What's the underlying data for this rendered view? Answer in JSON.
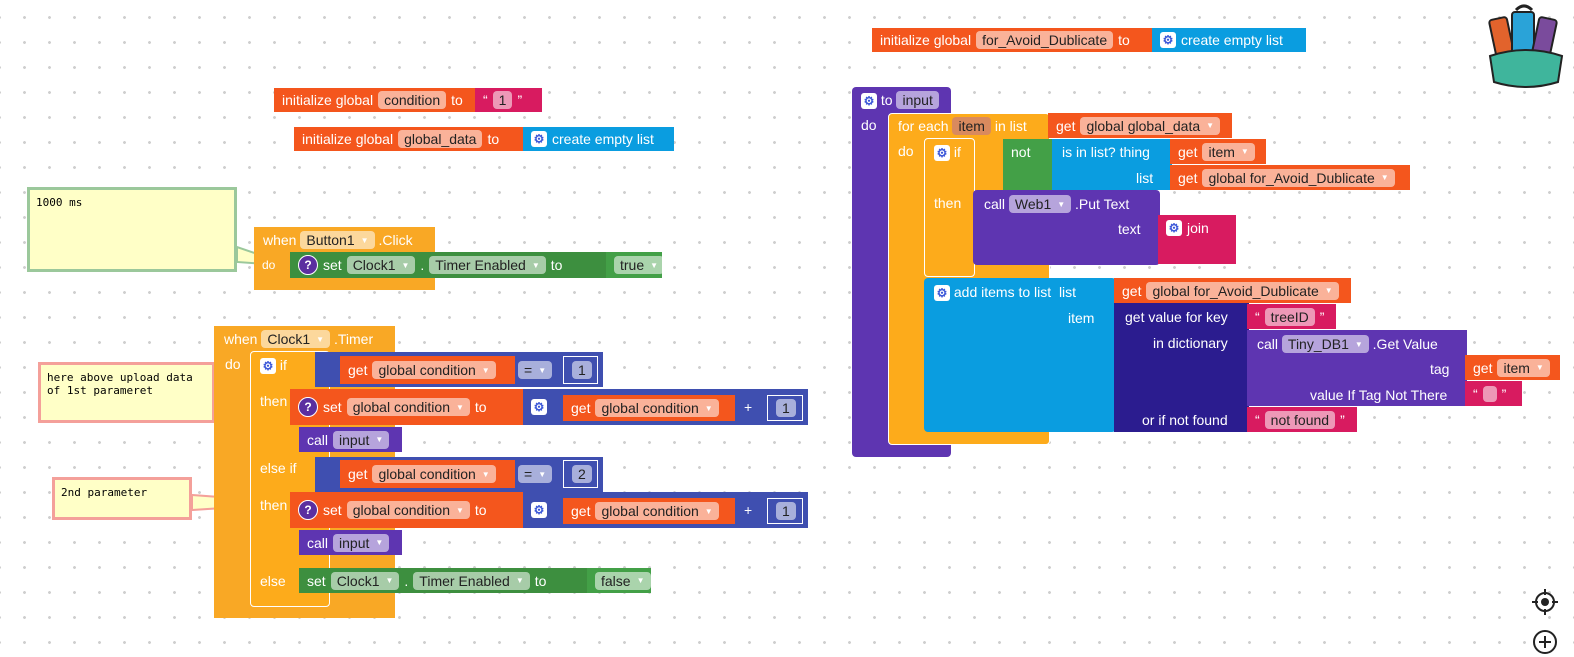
{
  "init_avoid": {
    "prefix": "initialize global",
    "name": "for_Avoid_Dublicate",
    "to": "to",
    "value": "create empty list"
  },
  "init_condition": {
    "prefix": "initialize global",
    "name": "condition",
    "to": "to",
    "value": "1"
  },
  "init_global_data": {
    "prefix": "initialize global",
    "name": "global_data",
    "to": "to",
    "value": "create empty list"
  },
  "comment_timer": {
    "text": "1000 ms"
  },
  "comment_first": {
    "text": "here above upload data of 1st parameret"
  },
  "comment_second": {
    "text": "2nd parameter"
  },
  "button_event": {
    "when": "when",
    "component": "Button1",
    ".event": ".Click",
    "event": ".Click",
    "do": "do",
    "set": "set",
    "target": "Clock1",
    "dot": ".",
    "property": "Timer Enabled",
    "to": "to",
    "value": "true"
  },
  "timer_event": {
    "when": "when",
    "component": "Clock1",
    "event": ".Timer",
    "do": "do",
    "if": "if",
    "then": "then",
    "else_if": "else if",
    "else": "else",
    "get": "get",
    "var": "global condition",
    "eq": "=",
    "num1": "1",
    "num2": "2",
    "set": "set",
    "to": "to",
    "plus": "+",
    "call": "call",
    "proc": "input",
    "set_comp": "Clock1",
    "dot": ".",
    "property": "Timer Enabled",
    "false": "false"
  },
  "procedure": {
    "to": "to",
    "name": "input",
    "do": "do",
    "for_each": "for each",
    "item": "item",
    "in_list": "in list",
    "get": "get",
    "global_data": "global global_data",
    "if": "if",
    "not": "not",
    "is_in_list": "is in list? thing",
    "list": "list",
    "avoid": "global for_Avoid_Dublicate",
    "then": "then",
    "call": "call",
    "web": "Web1",
    "put_text": ".Put Text",
    "text": "text",
    "join": "join",
    "add_items": "add items to list",
    "item_label": "item",
    "get_value_for_key": "get value for key",
    "key": "treeID",
    "in_dictionary": "in dictionary",
    "tinydb": "Tiny_DB1",
    "get_value": ".Get Value",
    "tag": "tag",
    "value_if": "value If Tag Not There",
    "empty": "",
    "or_if_not_found": "or if not found",
    "not_found": "not found"
  },
  "colors": {
    "variables": "#f4561d",
    "text": "#d81b60",
    "lists": "#0a9de0",
    "control": "#fdab1b",
    "components": "#3d8f3f",
    "math": "#3f4fb0",
    "procedures": "#5e35b1",
    "dictionaries": "#2b1c8f"
  }
}
